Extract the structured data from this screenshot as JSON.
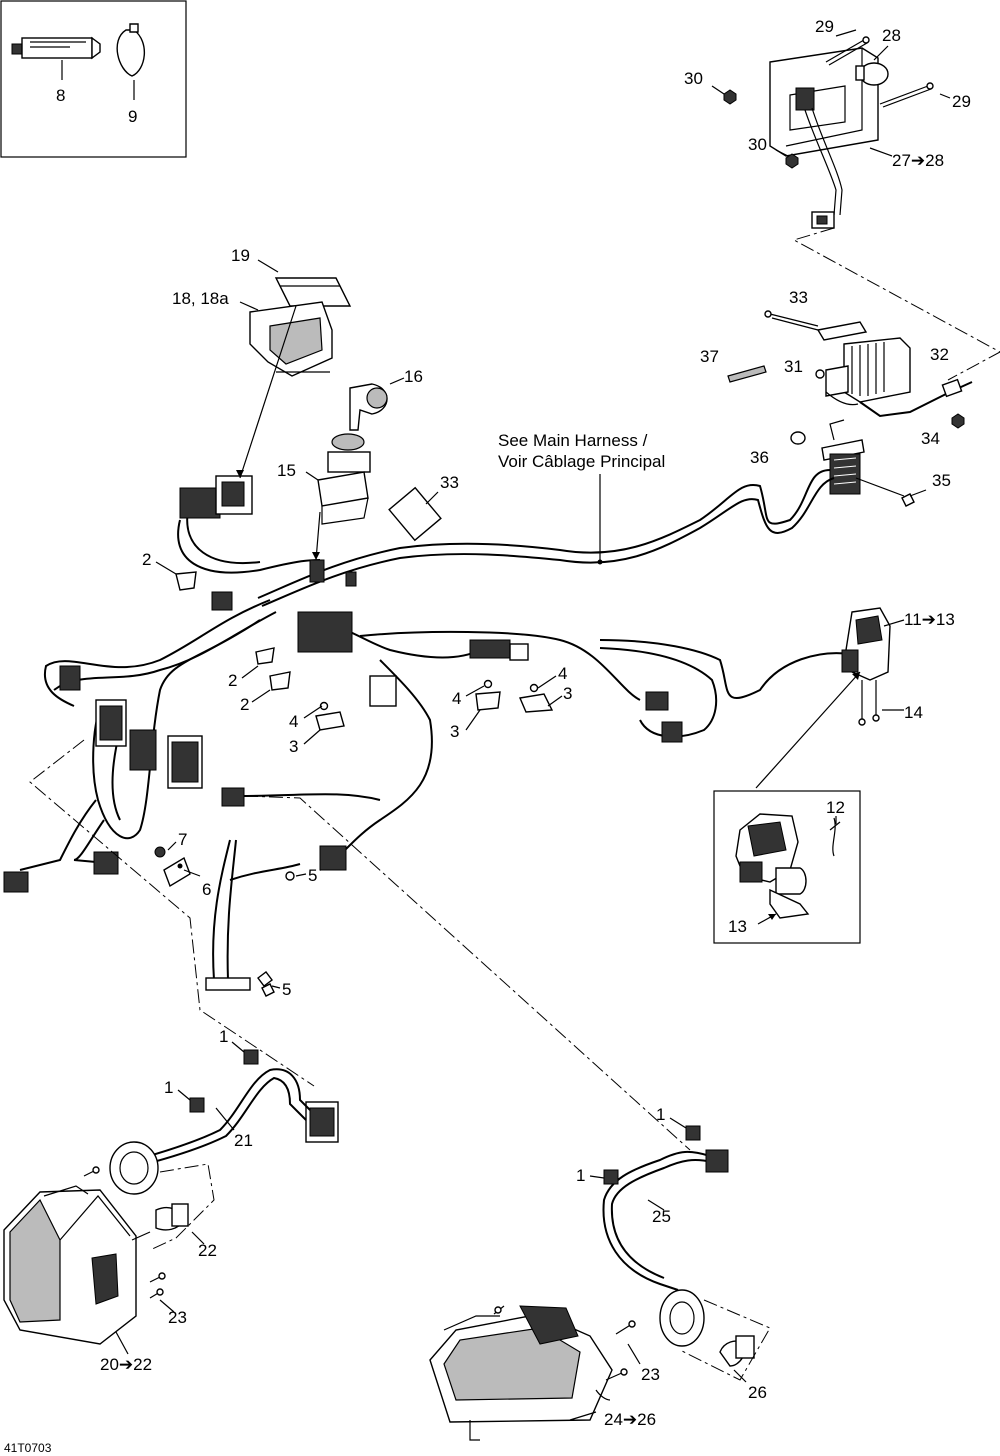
{
  "figure_code": "41T0703",
  "note": {
    "line1": "See Main Harness /",
    "line2": "Voir Câblage Principal"
  },
  "callouts": {
    "c1a": "1",
    "c1b": "1",
    "c1c": "1",
    "c1d": "1",
    "c2a": "2",
    "c2b": "2",
    "c2c": "2",
    "c3a": "3",
    "c3b": "3",
    "c3c": "3",
    "c4a": "4",
    "c4b": "4",
    "c4c": "4",
    "c5a": "5",
    "c5b": "5",
    "c6": "6",
    "c7": "7",
    "c8": "8",
    "c9": "9",
    "c11": "11➔13",
    "c12": "12",
    "c13": "13",
    "c14": "14",
    "c15": "15",
    "c16": "16",
    "c18": "18, 18a",
    "c19": "19",
    "c20": "20➔22",
    "c21": "21",
    "c22": "22",
    "c23a": "23",
    "c23b": "23",
    "c24": "24➔26",
    "c25": "25",
    "c26": "26",
    "c27": "27➔28",
    "c28": "28",
    "c29a": "29",
    "c29b": "29",
    "c30a": "30",
    "c30b": "30",
    "c31": "31",
    "c32": "32",
    "c33a": "33",
    "c33b": "33",
    "c34": "34",
    "c35": "35",
    "c36": "36",
    "c37": "37"
  }
}
